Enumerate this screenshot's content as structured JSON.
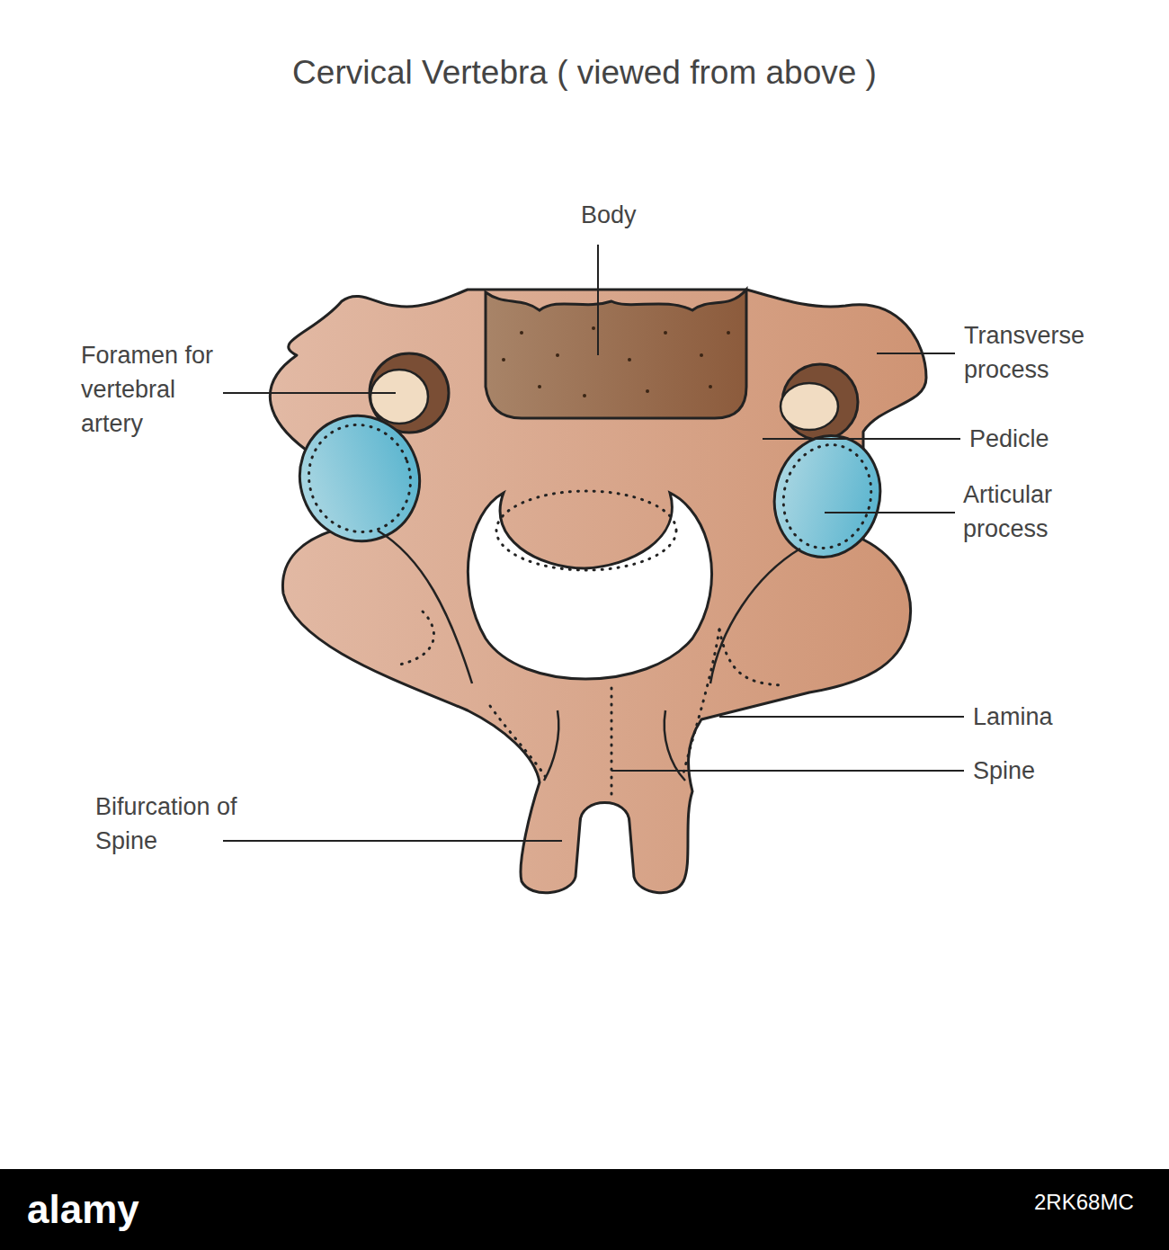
{
  "diagram": {
    "title": "Cervical Vertebra ( viewed from above )",
    "labels": [
      "Body",
      "Foramen for vertebral artery",
      "Transverse process",
      "Pedicle",
      "Articular process",
      "Lamina",
      "Spine",
      "Bifurcation of Spine",
      "alamy",
      "2RK68MC"
    ]
  }
}
